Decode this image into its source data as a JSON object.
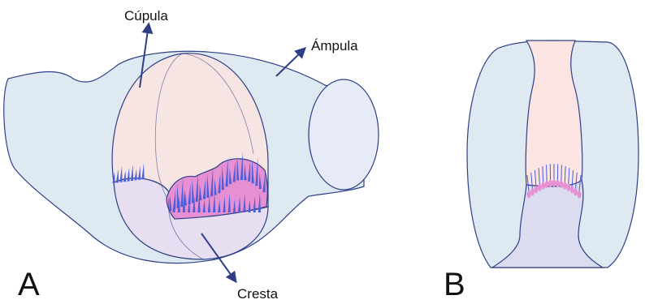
{
  "labels": {
    "cupula": "Cúpula",
    "ampula": "Ámpula",
    "cresta": "Cresta",
    "panel_a": "A",
    "panel_b": "B"
  },
  "colors": {
    "ampulla_fill": "#dfe9f2",
    "outline": "#2e3f86",
    "cupula_fill": "#fbe4e2",
    "lower_fill": "#e8def2",
    "crest_fill": "#e78fd3",
    "hair": "#4b5fd8",
    "end_disc": "#e7ebf8",
    "b_lower": "#dcdcf0"
  }
}
